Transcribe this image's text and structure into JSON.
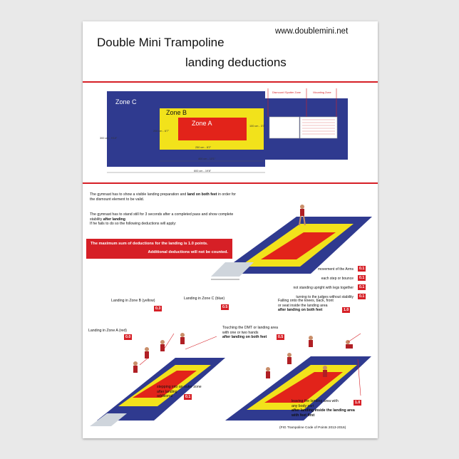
{
  "header": {
    "title_line1": "Double Mini Trampoline",
    "title_line2": "landing deductions",
    "website": "www.doublemini.net"
  },
  "zones_diagram": {
    "zone_c": "Zone C",
    "zone_b": "Zone B",
    "zone_a": "Zone A",
    "dismount_spotter_zone": "Dismount /Spotter Zone",
    "mounting_zone": "Mounting Zone",
    "dim_zone_a_length": "250 cm - 8'2\"",
    "dim_zone_a_width": "100 cm - 3'3\"",
    "dim_zone_b_length": "400 cm - 13'1\"",
    "dim_zone_b_width": "200 cm - 6'7\"",
    "dim_zone_c_length": "600 cm - 19'8\"",
    "dim_zone_c_width": "300 cm - 9'10\""
  },
  "rules": {
    "p1_a": "The gymnast has to show a visible landing preparation and ",
    "p1_bold": "land on both feet",
    "p1_b": " in order for the dismount element to be valid.",
    "p2_a": "The gymnast has to stand still for 3 seconds after a completed pass and show complete stability ",
    "p2_bold": "after landing",
    "p2_c": "If he fails to do so the following deductions will apply:",
    "max_line1": "The  maximum sum of deductions for the landing is 1.0 points.",
    "max_line2": "Additional deductions will not be counted."
  },
  "stability_deductions": [
    {
      "label": "movement of the Arms",
      "value": "0.1"
    },
    {
      "label": "each step or bounce",
      "value": "0.1"
    },
    {
      "label": "not standing upright with legs together",
      "value": "0.1"
    },
    {
      "label": "turning to the judges without stability",
      "value": "0.1"
    }
  ],
  "zone_deductions": {
    "zone_b_label": "Landing in Zone B  (yellow)",
    "zone_b_value": "0.3",
    "zone_c_label": "Landing in Zone C (blue)",
    "zone_c_value": "0.5",
    "zone_a_label": "Landing in Zone A  (red)",
    "zone_a_value": "0.0",
    "outer_l1": "stepping into an outer zone",
    "outer_l2": "after landing",
    "outer_l3": "additional",
    "outer_value": "0.1"
  },
  "fall_deductions": {
    "fall_l1": "Falling onto the knees, back, front",
    "fall_l2": "or seat inside the landing area",
    "fall_l3": "after landing on both feet",
    "fall_value": "1.0",
    "touch_l1": "Touching the DMT or landing area",
    "touch_l2": "with one or two hands",
    "touch_l3": "after landing on both feet",
    "touch_value": "0.5",
    "leave_l1": "leaving the landing area with",
    "leave_l2": "any body part",
    "leave_l3": "after landing inside the landing area",
    "leave_l4": "with feet first",
    "leave_value": "1.0"
  },
  "citation": "(FIG Trampoline Code of Points 2013-2016)",
  "colors": {
    "zone_blue": "#2f3a8f",
    "zone_yellow": "#f2e21b",
    "zone_red": "#e2231a",
    "accent_red": "#d61f26"
  }
}
